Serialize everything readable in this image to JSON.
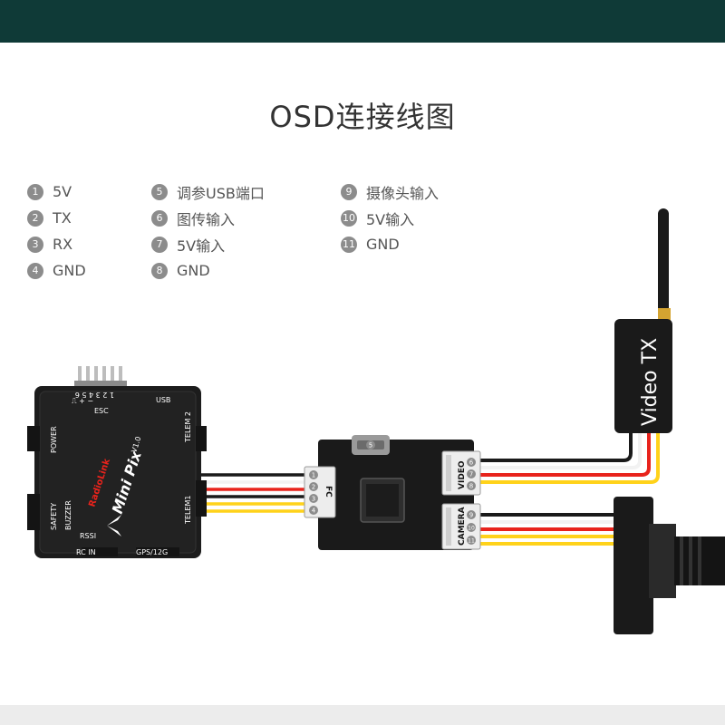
{
  "title": "OSD连接线图",
  "legend": {
    "col1": [
      {
        "num": "1",
        "label": "5V"
      },
      {
        "num": "2",
        "label": "TX"
      },
      {
        "num": "3",
        "label": "RX"
      },
      {
        "num": "4",
        "label": "GND"
      }
    ],
    "col2": [
      {
        "num": "5",
        "label": "调参USB端口"
      },
      {
        "num": "6",
        "label": "图传输入"
      },
      {
        "num": "7",
        "label": "5V输入"
      },
      {
        "num": "8",
        "label": "GND"
      }
    ],
    "col3": [
      {
        "num": "9",
        "label": "摄像头输入"
      },
      {
        "num": "10",
        "label": "5V输入"
      },
      {
        "num": "11",
        "label": "GND"
      }
    ]
  },
  "minipix": {
    "pins": "1 2 3 4 5 6",
    "esc": "ESC",
    "usb": "USB",
    "power": "POWER",
    "telem2": "TELEM 2",
    "telem1": "TELEM1",
    "brand": "RadioLink",
    "model": "Mini Pix",
    "version": "V1.0",
    "safety": "SAFETY",
    "buzzer": "BUZZER",
    "rssi": "RSSI",
    "rcin": "RC IN",
    "gps": "GPS/12G"
  },
  "osd": {
    "fc_label": "FC",
    "video_label": "VIDEO",
    "camera_label": "CAMERA",
    "fc_pins": [
      "1",
      "2",
      "3",
      "4"
    ],
    "usb_pin": "5",
    "video_pins": [
      "6",
      "7",
      "8"
    ],
    "camera_pins": [
      "9",
      "10",
      "11"
    ]
  },
  "video_tx": {
    "label": "Video TX"
  },
  "colors": {
    "wire_black": "#1a1a1a",
    "wire_red": "#e8231c",
    "wire_yellow": "#ffd21a",
    "wire_white": "#f2f2f2",
    "board": "#1a1a1a",
    "topbar": "#0f3a37"
  }
}
